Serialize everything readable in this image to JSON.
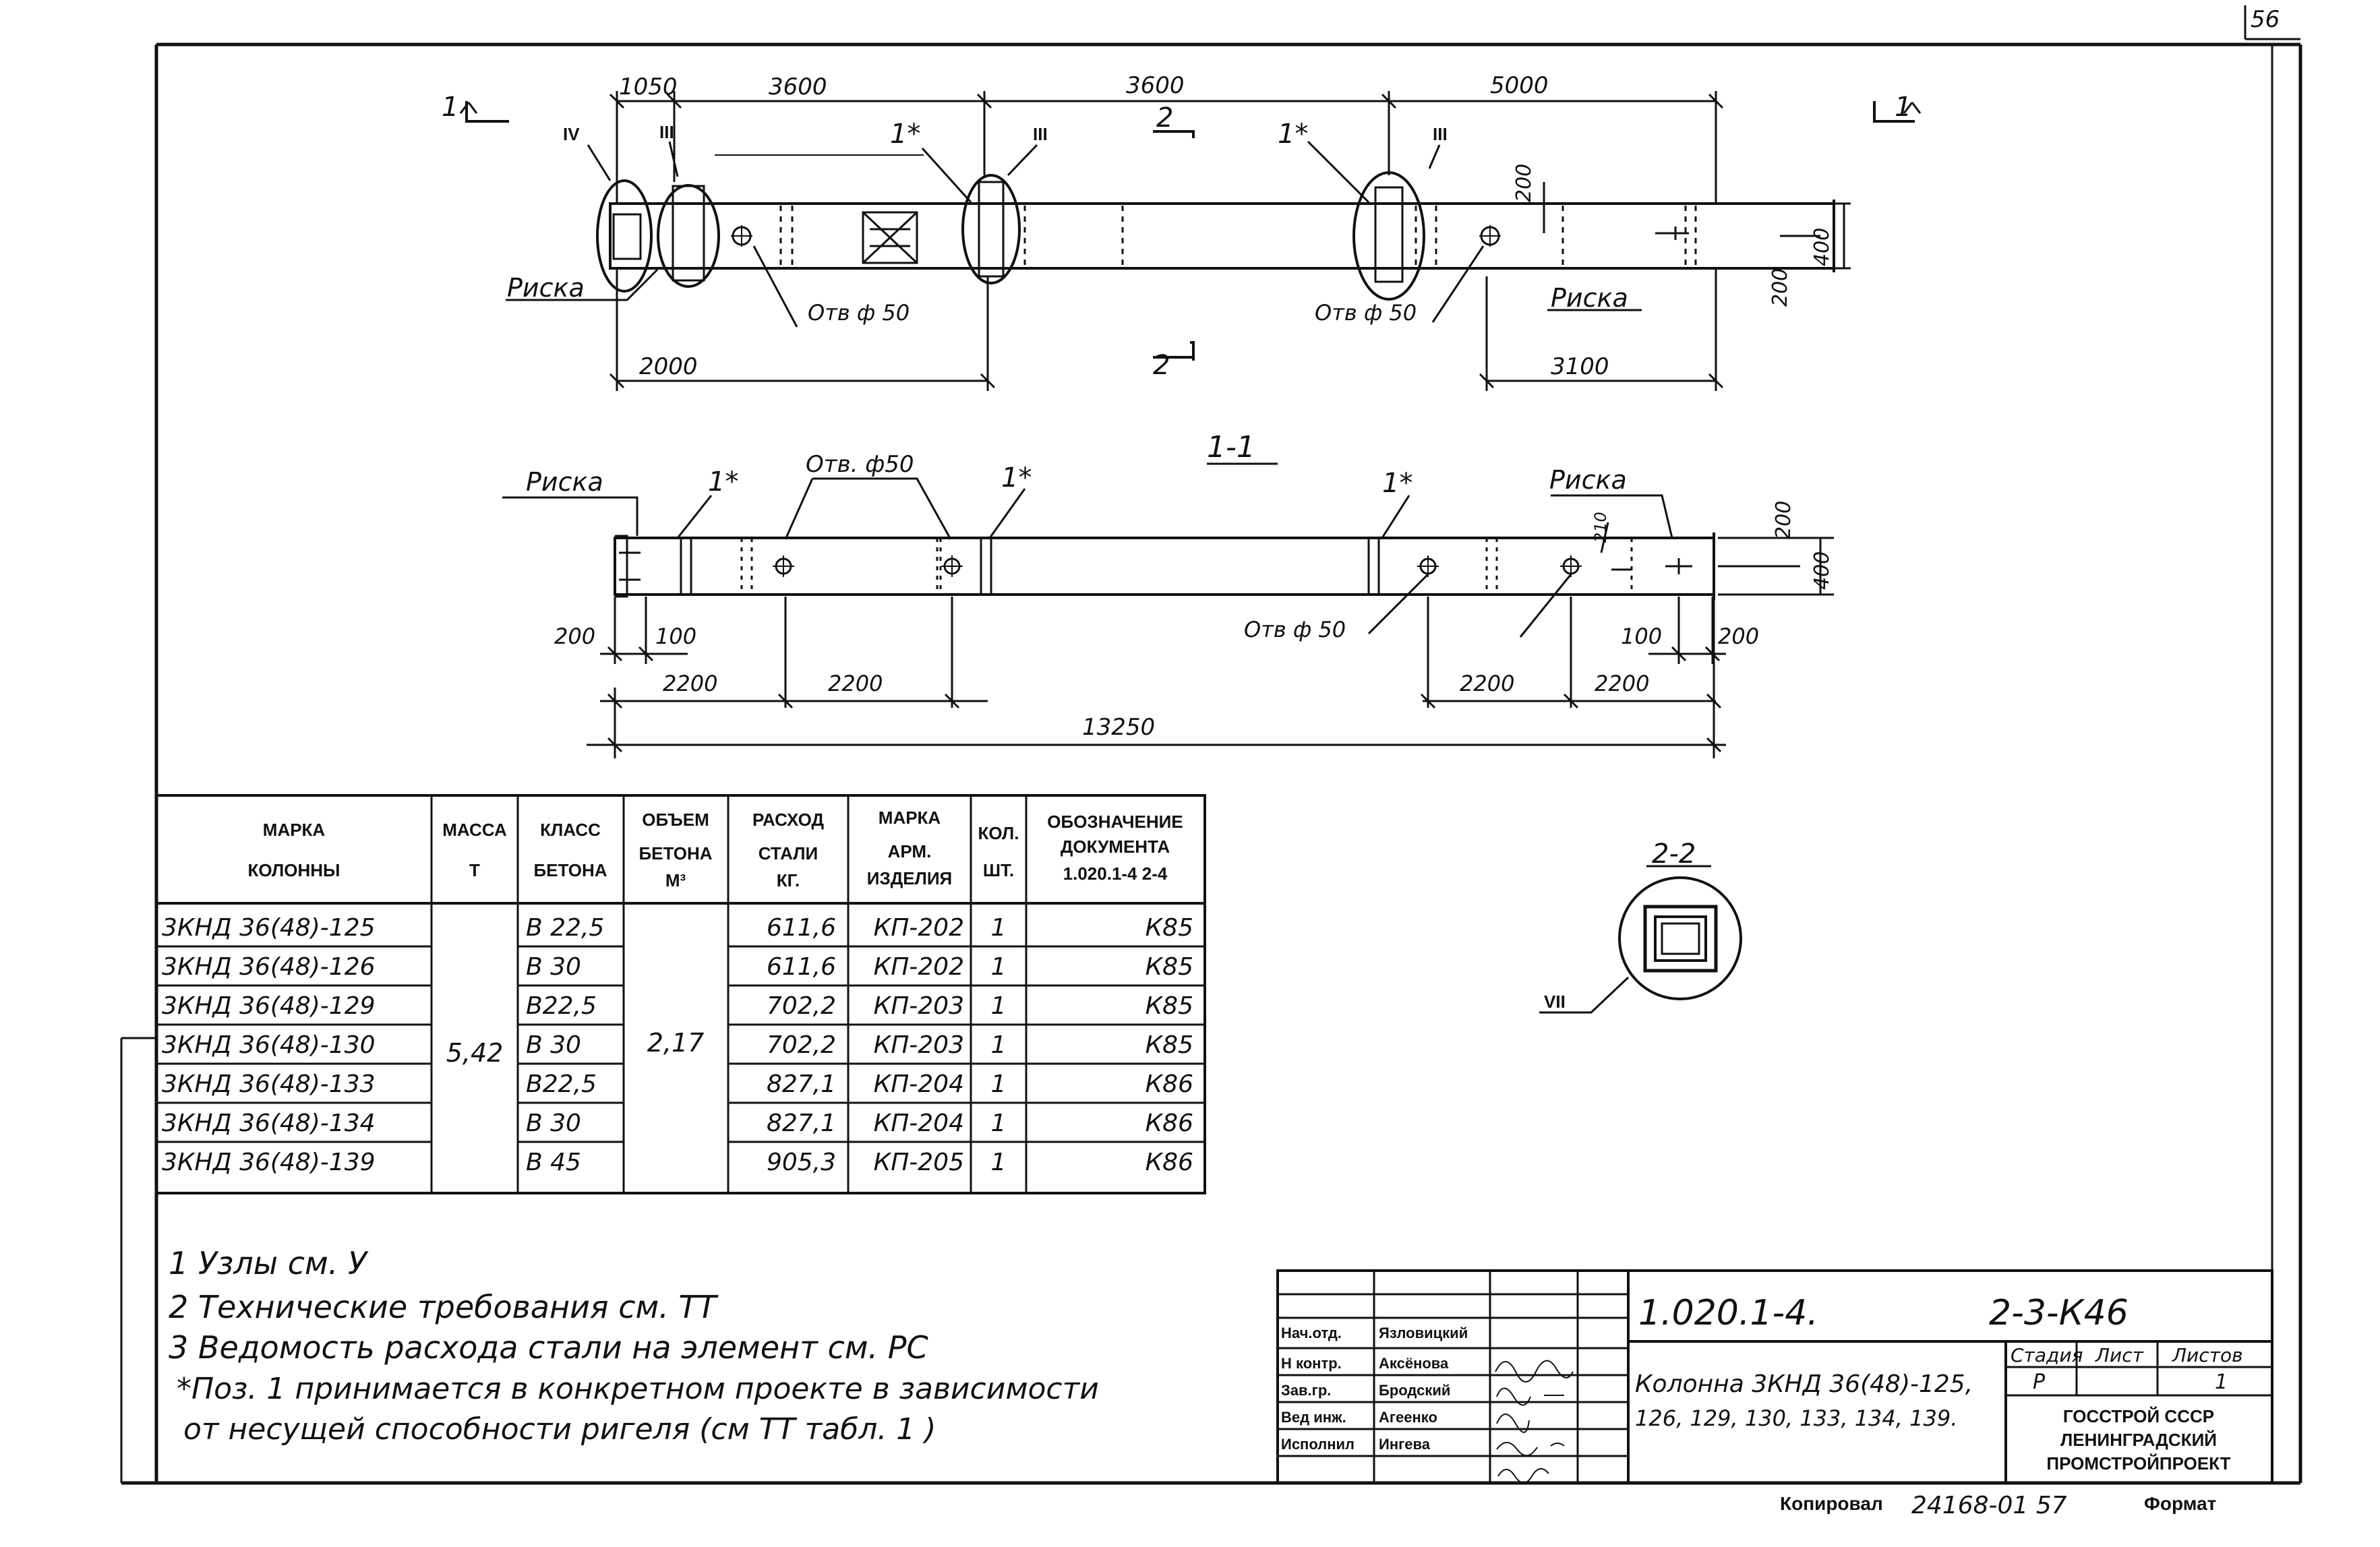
{
  "sheet_number": "56",
  "plan_view": {
    "section_mark": "1",
    "section_mark_2": "2",
    "dims_top": [
      "1050",
      "3600",
      "3600",
      "5000"
    ],
    "dims_bottom_left": "2000",
    "dims_bottom_right": "3100",
    "dim_200_a": "200",
    "dim_200_b": "200",
    "dim_400": "400",
    "nodes": [
      "IV",
      "III",
      "III",
      "III"
    ],
    "pos_marks": [
      "1*",
      "1*"
    ],
    "riska": "Риска",
    "hole": "Отв ф 50"
  },
  "section_1_1": {
    "title": "1-1",
    "riska": "Риска",
    "hole": "Отв. ф50",
    "pos_marks": [
      "1*",
      "1*",
      "1*"
    ],
    "dims_left": [
      "200",
      "100",
      "2200",
      "2200"
    ],
    "dims_right": [
      "100",
      "200",
      "2200",
      "2200"
    ],
    "dim_210": "210",
    "dim_200": "200",
    "dim_400": "400",
    "total": "13250"
  },
  "section_2_2": {
    "title": "2-2",
    "node": "VII"
  },
  "table": {
    "headers": [
      "МАРКА КОЛОННЫ",
      "МАССА Т",
      "КЛАСС БЕТОНА",
      "ОБЪЕМ БЕТОНА М³",
      "РАСХОД СТАЛИ КГ.",
      "МАРКА АРМ. ИЗДЕЛИЯ",
      "КОЛ. ШТ.",
      "ОБОЗНАЧЕНИЕ ДОКУМЕНТА 1.020.1-4 2-4"
    ],
    "mass": "5,42",
    "volume": "2,17",
    "rows": [
      [
        "3КНД 36(48)-125",
        "В 22,5",
        "611,6",
        "КП-202",
        "1",
        "К85"
      ],
      [
        "3КНД 36(48)-126",
        "В 30",
        "611,6",
        "КП-202",
        "1",
        "К85"
      ],
      [
        "3КНД 36(48)-129",
        "В22,5",
        "702,2",
        "КП-203",
        "1",
        "К85"
      ],
      [
        "3КНД 36(48)-130",
        "В 30",
        "702,2",
        "КП-203",
        "1",
        "К85"
      ],
      [
        "3КНД 36(48)-133",
        "В22,5",
        "827,1",
        "КП-204",
        "1",
        "К86"
      ],
      [
        "3КНД 36(48)-134",
        "В 30",
        "827,1",
        "КП-204",
        "1",
        "К86"
      ],
      [
        "3КНД 36(48)-139",
        "В 45",
        "905,3",
        "КП-205",
        "1",
        "К86"
      ]
    ]
  },
  "notes": [
    "1 Узлы см. У",
    "2 Технические требования см. ТТ",
    "3 Ведомость расхода стали на элемент см. РС",
    "*Поз. 1 принимается в конкретном проекте в зависимости",
    "от несущей способности ригеля (см ТТ табл. 1 )"
  ],
  "title_block": {
    "doc_code": "1.020.1-4.",
    "sheet_code": "2-3-К46",
    "name_line1": "Колонна 3КНД 36(48)-125,",
    "name_line2": "126, 129, 130, 133, 134, 139.",
    "stage_label": "Стадия",
    "sheet_label": "Лист",
    "sheets_label": "Листов",
    "stage_value": "Р",
    "sheets_value": "1",
    "org_line1": "ГОССТРОЙ СССР",
    "org_line2": "ЛЕНИНГРАДСКИЙ",
    "org_line3": "ПРОМСТРОЙПРОЕКТ",
    "staff": [
      [
        "Нач.отд.",
        "Язловицкий"
      ],
      [
        "Н контр.",
        "Аксёнова"
      ],
      [
        "Зав.гр.",
        "Бродский"
      ],
      [
        "Вед инж.",
        "Агеенко"
      ],
      [
        "Исполнил",
        "Ингева"
      ]
    ]
  },
  "footer": {
    "copied_label": "Копировал",
    "copy_code": "24168-01  57",
    "format_label": "Формат"
  }
}
